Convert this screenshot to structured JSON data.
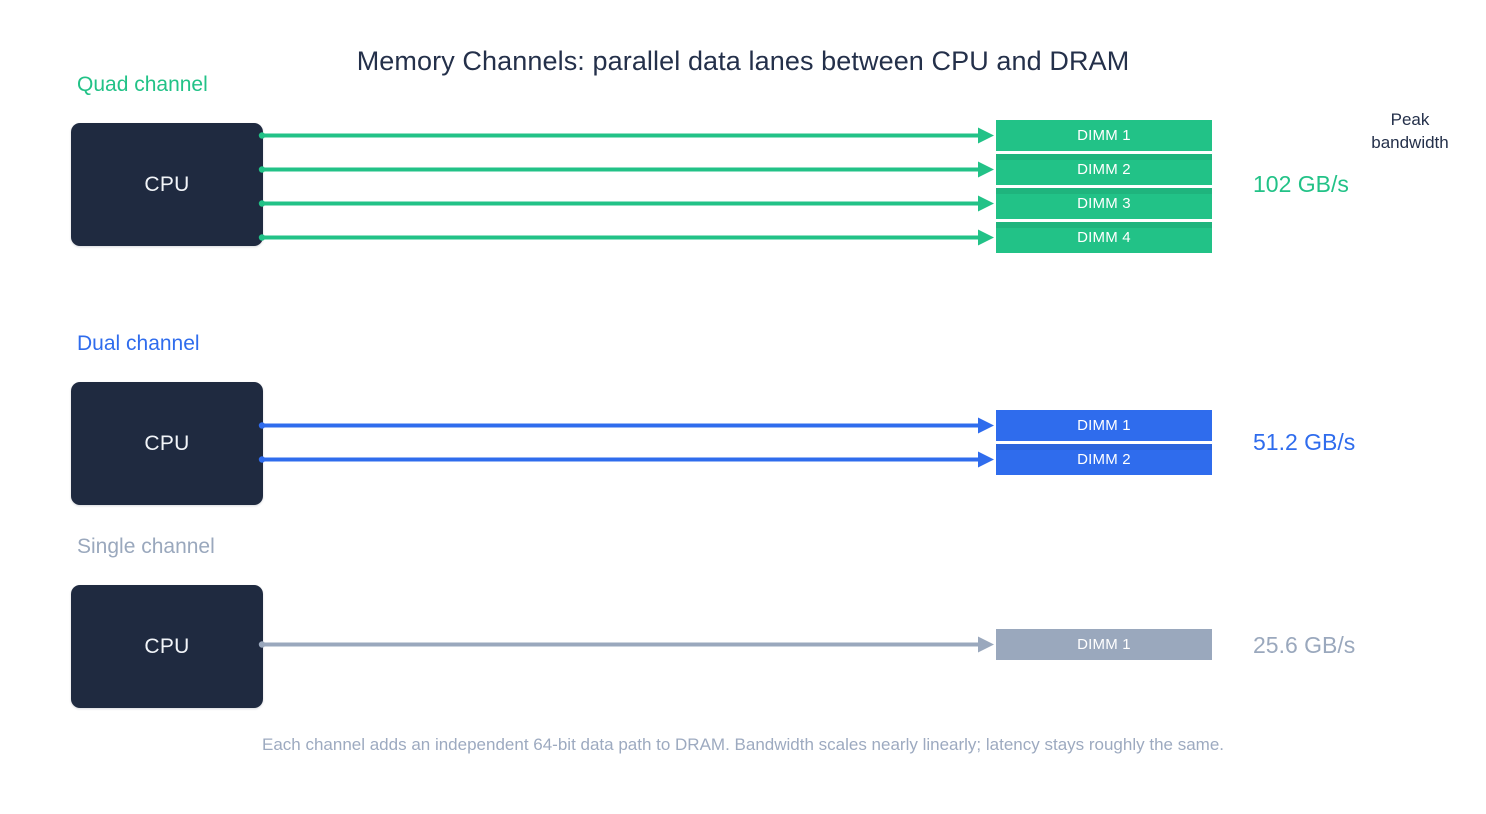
{
  "figure": {
    "title": "Memory Channels: parallel data lanes between CPU and DRAM",
    "caption": "Each channel adds an independent 64-bit data path to DRAM. Bandwidth scales nearly linearly; latency stays roughly the same.",
    "peak_bandwidth_header_line1": "Peak",
    "peak_bandwidth_header_line2": "bandwidth",
    "background": "#ffffff",
    "title_color": "#24304a"
  },
  "colors": {
    "quad": "#22c287",
    "dual": "#2f6ced",
    "single": "#9aa8bd",
    "cpu_fill": "#1f2a40",
    "cpu_text": "#f2f5f9",
    "caption": "#9daac0"
  },
  "rows": [
    {
      "id": "quad",
      "label": "Quad channel",
      "label_color": "#22c287",
      "cpu_label": "CPU",
      "channel_count": 4,
      "dimms": [
        "DIMM 1",
        "DIMM 2",
        "DIMM 3",
        "DIMM 4"
      ],
      "bandwidth": "102 GB/s",
      "bandwidth_color": "#22c287",
      "lane_color": "#22c287"
    },
    {
      "id": "dual",
      "label": "Dual channel",
      "label_color": "#2f6ced",
      "cpu_label": "CPU",
      "channel_count": 2,
      "dimms": [
        "DIMM 1",
        "DIMM 2"
      ],
      "bandwidth": "51.2 GB/s",
      "bandwidth_color": "#2f6ced",
      "lane_color": "#2f6ced"
    },
    {
      "id": "single",
      "label": "Single channel",
      "label_color": "#9aa8bd",
      "cpu_label": "CPU",
      "channel_count": 1,
      "dimms": [
        "DIMM 1"
      ],
      "bandwidth": "25.6 GB/s",
      "bandwidth_color": "#9aa8bd",
      "lane_color": "#9aa8bd"
    }
  ],
  "chart_data": {
    "type": "bar",
    "title": "Memory Channels: parallel data lanes between CPU and DRAM",
    "categories": [
      "Quad channel",
      "Dual channel",
      "Single channel"
    ],
    "values": [
      102,
      51.2,
      25.6
    ],
    "value_labels": [
      "102 GB/s",
      "51.2 GB/s",
      "25.6 GB/s"
    ],
    "channels": [
      4,
      2,
      1
    ],
    "xlabel": "",
    "ylabel": "Peak bandwidth",
    "unit": "GB/s",
    "grid": false,
    "legend": "none"
  }
}
